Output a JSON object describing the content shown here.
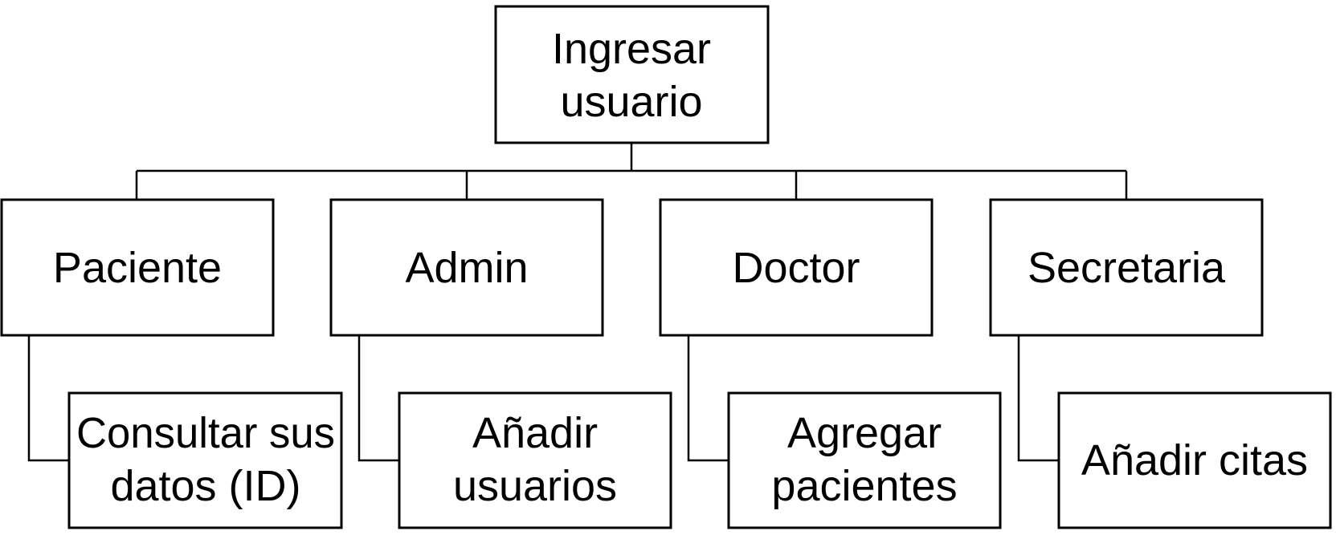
{
  "diagram": {
    "root": {
      "lines": [
        "Ingresar",
        "usuario"
      ]
    },
    "roles": [
      {
        "label": "Paciente",
        "child": {
          "lines": [
            "Consultar sus",
            "datos (ID)"
          ]
        }
      },
      {
        "label": "Admin",
        "child": {
          "lines": [
            "Añadir",
            "usuarios"
          ]
        }
      },
      {
        "label": "Doctor",
        "child": {
          "lines": [
            "Agregar",
            "pacientes"
          ]
        }
      },
      {
        "label": "Secretaria",
        "child": {
          "lines": [
            "Añadir citas"
          ]
        }
      }
    ]
  }
}
